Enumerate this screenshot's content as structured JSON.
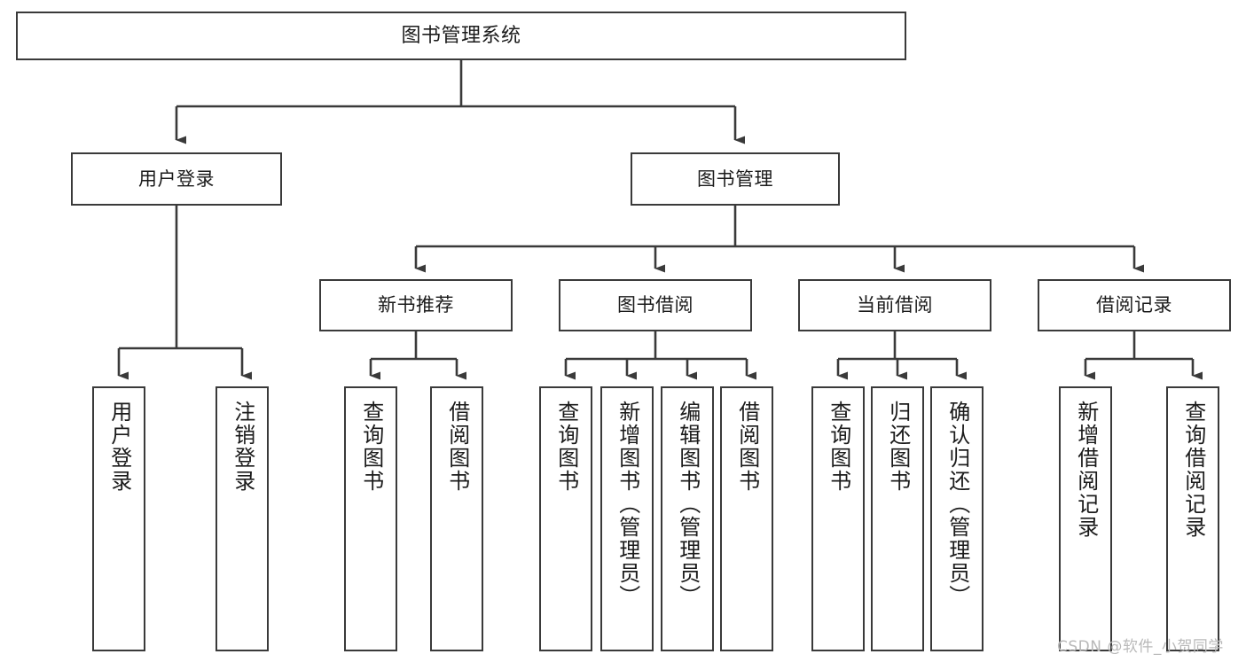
{
  "diagram": {
    "title": "图书管理系统",
    "type": "tree-hierarchy-chart",
    "root": {
      "label": "图书管理系统"
    },
    "level1": [
      {
        "label": "用户登录"
      },
      {
        "label": "图书管理"
      }
    ],
    "level2": [
      {
        "label": "新书推荐"
      },
      {
        "label": "图书借阅"
      },
      {
        "label": "当前借阅"
      },
      {
        "label": "借阅记录"
      }
    ],
    "leaves": {
      "user_login": [
        {
          "label": "用户登录"
        },
        {
          "label": "注销登录"
        }
      ],
      "new_book_recommend": [
        {
          "label": "查询图书"
        },
        {
          "label": "借阅图书"
        }
      ],
      "book_borrow": [
        {
          "label": "查询图书"
        },
        {
          "label": "新增图书（管理员）"
        },
        {
          "label": "编辑图书（管理员）"
        },
        {
          "label": "借阅图书"
        }
      ],
      "current_borrow": [
        {
          "label": "查询图书"
        },
        {
          "label": "归还图书"
        },
        {
          "label": "确认归还（管理员）"
        }
      ],
      "borrow_record": [
        {
          "label": "新增借阅记录"
        },
        {
          "label": "查询借阅记录"
        }
      ]
    }
  },
  "watermark": {
    "text": "CSDN @软件_小贺同学"
  },
  "colors": {
    "border": "#3a3a3a",
    "background": "#ffffff",
    "text": "#1b1b1b",
    "watermark": "#b9b9b9"
  }
}
